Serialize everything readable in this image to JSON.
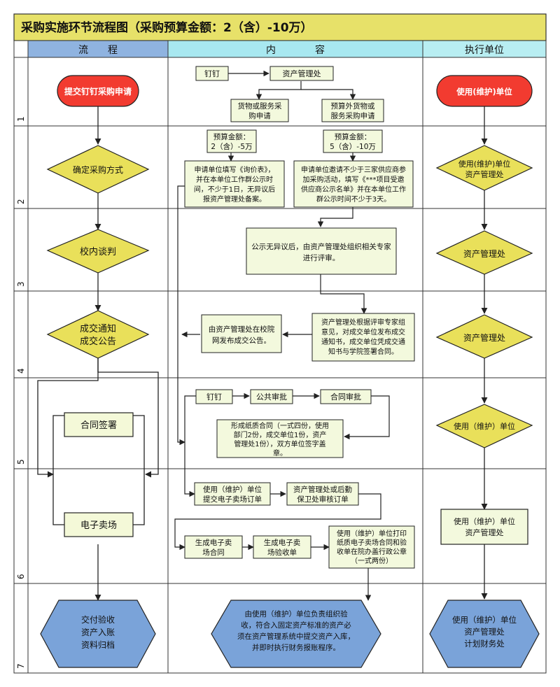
{
  "title": "采购实施环节流程图（采购预算金额：2（含）-10万）",
  "columns": {
    "flow": "流　　程",
    "content": "内　　　　容",
    "unit": "执行单位"
  },
  "rows": [
    "1",
    "2",
    "3",
    "4",
    "5",
    "6",
    "7"
  ],
  "flow": {
    "submit": "提交钉钉采购申请",
    "method": "确定采购方式",
    "negotiate": "校内谈判",
    "notice": [
      "成交通知",
      "成交公告"
    ],
    "contract": "合同签署",
    "emall": "电子卖场",
    "deliver": [
      "交付验收",
      "资产入账",
      "资料归档"
    ]
  },
  "content": {
    "dingding": "钉钉",
    "asset_office": "资产管理处",
    "goods_request": [
      "货物或服务采",
      "购申请"
    ],
    "budget_goods_request": [
      "预算外货物或",
      "服务采购申请"
    ],
    "budget_small": [
      "预算金额：",
      "2（含）-5万"
    ],
    "budget_large": [
      "预算金额：",
      "5（含）-10万"
    ],
    "inquiry": [
      "申请单位填写《询价表》，",
      "并在本单位工作群公示时",
      "间，不少于1日，无异议后",
      "报资产管理处备案。"
    ],
    "invite": [
      "申请单位邀请不少于三家供应商参",
      "加采购活动，填写《***项目受邀",
      "供应商公示名单》并在本单位工作",
      "群公示时间不少于3天。"
    ],
    "review": [
      "公示无异议后，由资产管理处组织相关专家",
      "进行评审。"
    ],
    "result": [
      "资产管理处根据评审专家组",
      "意见，对成交单位发布成交",
      "通知书，成交单位凭成交通",
      "知书与学院签署合同。"
    ],
    "publish": [
      "由资产管理处在校院",
      "网发布成交公告。"
    ],
    "dingding2": "钉钉",
    "public_approval": "公共审批",
    "contract_approval": "合同审批",
    "paper_contract": [
      "形成纸质合同（一式四份，使用",
      "部门2份，成交单位1份，资产",
      "管理处1份），双方单位签字盖",
      "章。"
    ],
    "submit_order": [
      "使用（维护）单位",
      "提交电子卖场订单"
    ],
    "review_order": [
      "资产管理处或后勤",
      "保卫处审核订单"
    ],
    "gen_contract": [
      "生成电子卖",
      "场合同"
    ],
    "gen_acceptance": [
      "生成电子卖",
      "场验收单"
    ],
    "print": [
      "使用（维护）单位打印",
      "纸质电子卖场合同和验",
      "收单在院办盖行政公章",
      "（一式两份）"
    ],
    "final": [
      "由使用（维护）单位负责组织验",
      "收，符合入固定资产标准的资产必",
      "须在资产管理系统中提交资产入库，",
      "并即时执行财务报账程序。"
    ]
  },
  "unit": {
    "u1": "使用(维护)单位",
    "u2": [
      "使用(维护)单位",
      "资产管理处"
    ],
    "u3": "资产管理处",
    "u4": "资产管理处",
    "u5": "使用（维护）单位",
    "u6": [
      "使用（维护）单位",
      "资产管理处"
    ],
    "u7": [
      "使用（维护）单位",
      "资产管理处",
      "计划财务处"
    ]
  },
  "colors": {
    "title_bar": "#e7e169",
    "flow_header": "#8fb3e0",
    "content_header": "#a8e8f0",
    "unit_header": "#b8eef2",
    "red": "#f23b30",
    "yellow_diamond": "#e9e05a",
    "green_box": "#f4f9d8",
    "blue_hex": "#7aa3d9",
    "light_box": "#f3f9dd"
  }
}
